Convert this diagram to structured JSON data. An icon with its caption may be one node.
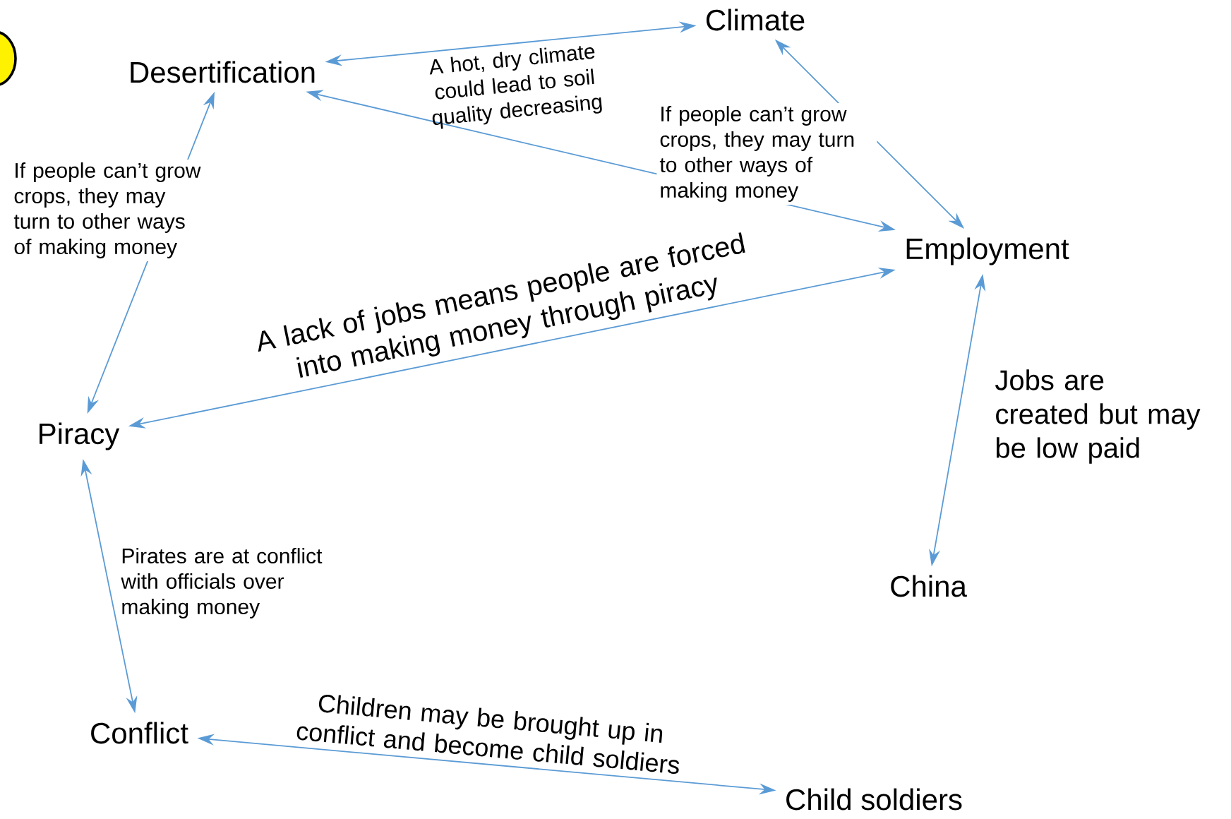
{
  "diagram": {
    "nodes": [
      {
        "text": [
          "Desertification"
        ]
      },
      {
        "text": [
          "Climate"
        ]
      },
      {
        "text": [
          "Employment"
        ]
      },
      {
        "text": [
          "Piracy"
        ]
      },
      {
        "text": [
          "Conflict"
        ]
      },
      {
        "text": [
          "Child soldiers"
        ]
      },
      {
        "text": [
          "China"
        ]
      }
    ],
    "edges": [
      {
        "from": 0,
        "to": 1,
        "arrow": "both",
        "label": "A hot, dry climate could lead to soil quality decreasing"
      },
      {
        "from": 1,
        "to": 2,
        "arrow": "both"
      },
      {
        "from": 0,
        "to": 2,
        "arrow": "both",
        "label": "If people can’t grow crops, they may turn to other ways of making money"
      },
      {
        "from": 0,
        "to": 3,
        "arrow": "both",
        "label": "If people can’t grow crops, they may turn to other ways of making money"
      },
      {
        "from": 2,
        "to": 3,
        "arrow": "both",
        "label": "A lack of jobs means people are forced into making money through piracy"
      },
      {
        "from": 2,
        "to": 6,
        "arrow": "both",
        "label": "Jobs are created but may be low paid"
      },
      {
        "from": 3,
        "to": 4,
        "arrow": "both",
        "label": "Pirates are at conflict with officials over making money"
      },
      {
        "from": 4,
        "to": 5,
        "arrow": "both",
        "label": "Children may be brought up in conflict and become child soldiers"
      }
    ]
  }
}
